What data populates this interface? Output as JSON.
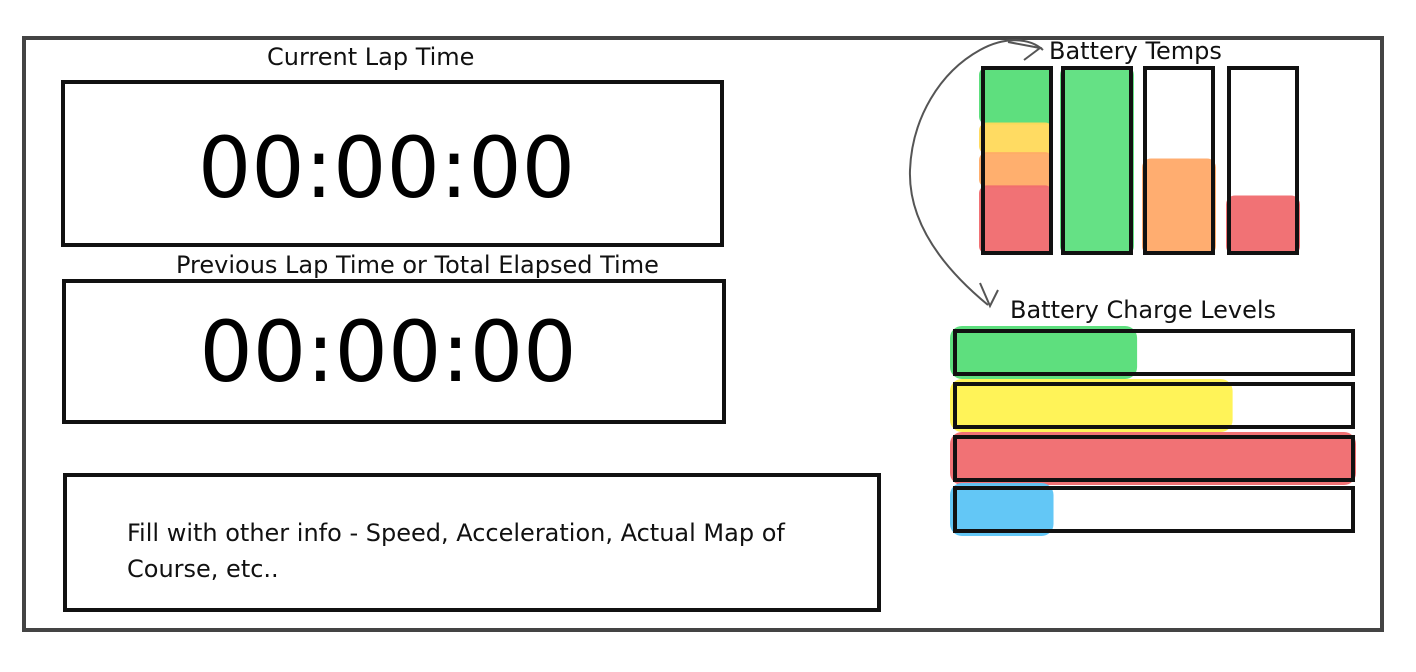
{
  "current_lap": {
    "label": "Current Lap Time",
    "value": "00:00:00"
  },
  "previous_lap": {
    "label": "Previous Lap Time or Total Elapsed Time",
    "value": "00:00:00"
  },
  "info_panel": {
    "text": "Fill with other info - Speed, Acceleration, Actual Map of Course, etc.."
  },
  "battery_temps": {
    "label": "Battery Temps",
    "cells": [
      {
        "level": 1.0,
        "color": "#f06a6e",
        "bands": [
          "#55dd77",
          "#ffd95a",
          "#ffab66",
          "#f06a6e"
        ]
      },
      {
        "level": 1.0,
        "color": "#5ddf7e"
      },
      {
        "level": 0.5,
        "color": "#ffa968"
      },
      {
        "level": 0.3,
        "color": "#f06a6e"
      }
    ]
  },
  "battery_charge": {
    "label": "Battery Charge Levels",
    "bars": [
      {
        "level": 0.45,
        "color": "#55dd77"
      },
      {
        "level": 0.69,
        "color": "#fff24f"
      },
      {
        "level": 1.0,
        "color": "#f06a6e"
      },
      {
        "level": 0.24,
        "color": "#5bc4f5"
      }
    ]
  }
}
